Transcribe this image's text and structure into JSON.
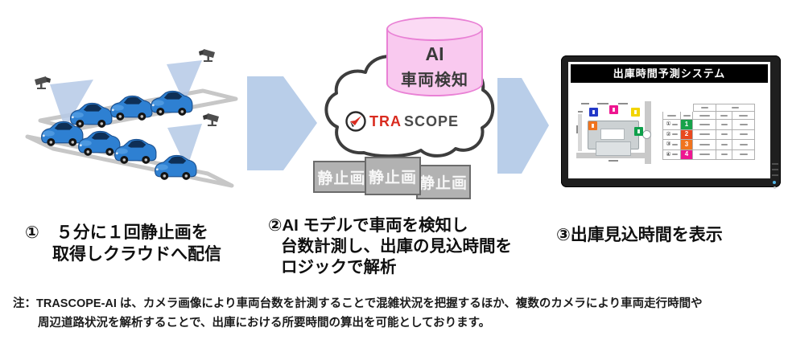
{
  "scene": {
    "car_count": 7,
    "camera_count": 3
  },
  "cloud": {
    "logo": {
      "icon": "trascope-bird-icon",
      "text_red": "TRA",
      "text_dark": "SCOPE"
    }
  },
  "ai_database": {
    "line1": "AI",
    "line2": "車両検知"
  },
  "still_image_labels": [
    "静止画",
    "静止画",
    "静止画"
  ],
  "monitor": {
    "title": "出庫時間予測システム",
    "table_rows": [
      {
        "row_marker": "①",
        "slot_number": "1",
        "slot_color": "#17a24a"
      },
      {
        "row_marker": "②",
        "slot_number": "2",
        "slot_color": "#e8481e"
      },
      {
        "row_marker": "③",
        "slot_number": "3",
        "slot_color": "#f0731e"
      },
      {
        "row_marker": "④",
        "slot_number": "4",
        "slot_color": "#ee1690"
      }
    ],
    "map_marker_colors": [
      "#2238c8",
      "#ee1690",
      "#f2d400",
      "#f0731e",
      "#0ea04b"
    ]
  },
  "step_captions": {
    "step1_lines": [
      "①　５分に１回静止画を",
      "取得しクラウドへ配信"
    ],
    "step2_lines": [
      "②AI モデルで車両を検知し",
      "台数計測し、出庫の見込時間を",
      "ロジックで解析"
    ],
    "step3_lines": [
      "③出庫見込時間を表示"
    ]
  },
  "footnote": {
    "line1": "注：TRASCOPE-AI は、カメラ画像により車両台数を計測することで混雑状況を把握するほか、複数のカメラにより車両走行時間や",
    "line2": "周辺道路状況を解析することで、出庫における所要時間の算出を可能としております。"
  },
  "colors": {
    "flow_arrow": "#b9cee9",
    "camera_cone": "#b5c9e6",
    "cylinder_fill": "#f9c9ef",
    "cylinder_border": "#e981d5",
    "logo_red": "#d92b1f",
    "still_box": "#b2b2b2",
    "monitor_bezel": "#1f1f1f",
    "title_bar": "#000000"
  }
}
